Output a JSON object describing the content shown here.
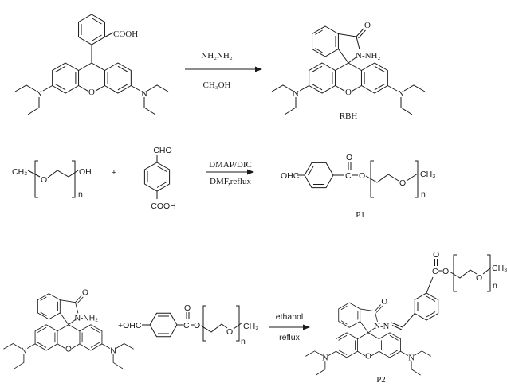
{
  "reactions": [
    {
      "reagent_top": "NH₂NH₂",
      "reagent_bottom": "CH₃OH",
      "product_label": "RBH"
    },
    {
      "reagent_top": "DMAP/DIC",
      "reagent_bottom": "DMF,reflux",
      "product_label": "P1"
    },
    {
      "reagent_top": "ethanol",
      "reagent_bottom": "reflux",
      "product_label": "P2"
    }
  ],
  "atoms": {
    "n": "N",
    "o": "O",
    "c": "C",
    "cooh": "COOH",
    "cho": "CHO",
    "ohc": "OHC",
    "plus_ohc": "+OHC",
    "ch3": "CH₃",
    "oh": "OH",
    "n_nh2": "N-NH₂",
    "n_n": "N-N",
    "repeat": "n",
    "plus": "+"
  },
  "colors": {
    "ink": "#1a1a1a",
    "background": "#ffffff"
  }
}
